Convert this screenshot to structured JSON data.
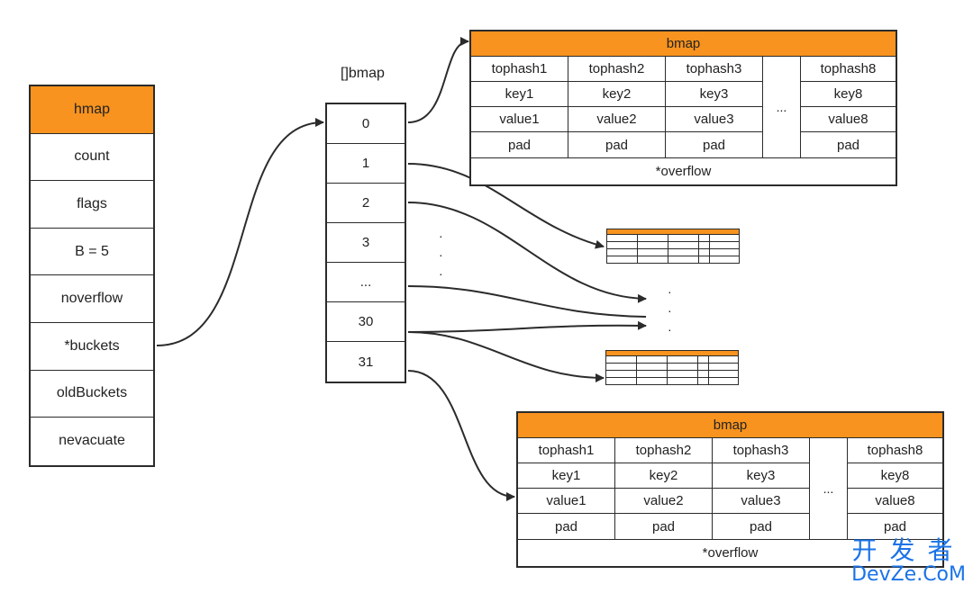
{
  "hmap": {
    "title": "hmap",
    "fields": [
      "count",
      "flags",
      "B = 5",
      "noverflow",
      "*buckets",
      "oldBuckets",
      "nevacuate"
    ]
  },
  "buckets_array": {
    "title": "[]bmap",
    "indices": [
      "0",
      "1",
      "2",
      "3",
      "...",
      "30",
      "31"
    ]
  },
  "bmap_top": {
    "title": "bmap",
    "rows": [
      [
        "tophash1",
        "tophash2",
        "tophash3",
        "tophash8"
      ],
      [
        "key1",
        "key2",
        "key3",
        "key8"
      ],
      [
        "value1",
        "value2",
        "value3",
        "value8"
      ],
      [
        "pad",
        "pad",
        "pad",
        "pad"
      ]
    ],
    "ellipsis": "...",
    "overflow": "*overflow"
  },
  "bmap_bottom": {
    "title": "bmap",
    "rows": [
      [
        "tophash1",
        "tophash2",
        "tophash3",
        "tophash8"
      ],
      [
        "key1",
        "key2",
        "key3",
        "key8"
      ],
      [
        "value1",
        "value2",
        "value3",
        "value8"
      ],
      [
        "pad",
        "pad",
        "pad",
        "pad"
      ]
    ],
    "ellipsis": "...",
    "overflow": "*overflow"
  },
  "watermark": {
    "cn": "开发者",
    "en": "DevZe.CoM"
  },
  "colors": {
    "header": "#f7931e",
    "line": "#2b2b2b",
    "watermark": "#1a73e8"
  }
}
